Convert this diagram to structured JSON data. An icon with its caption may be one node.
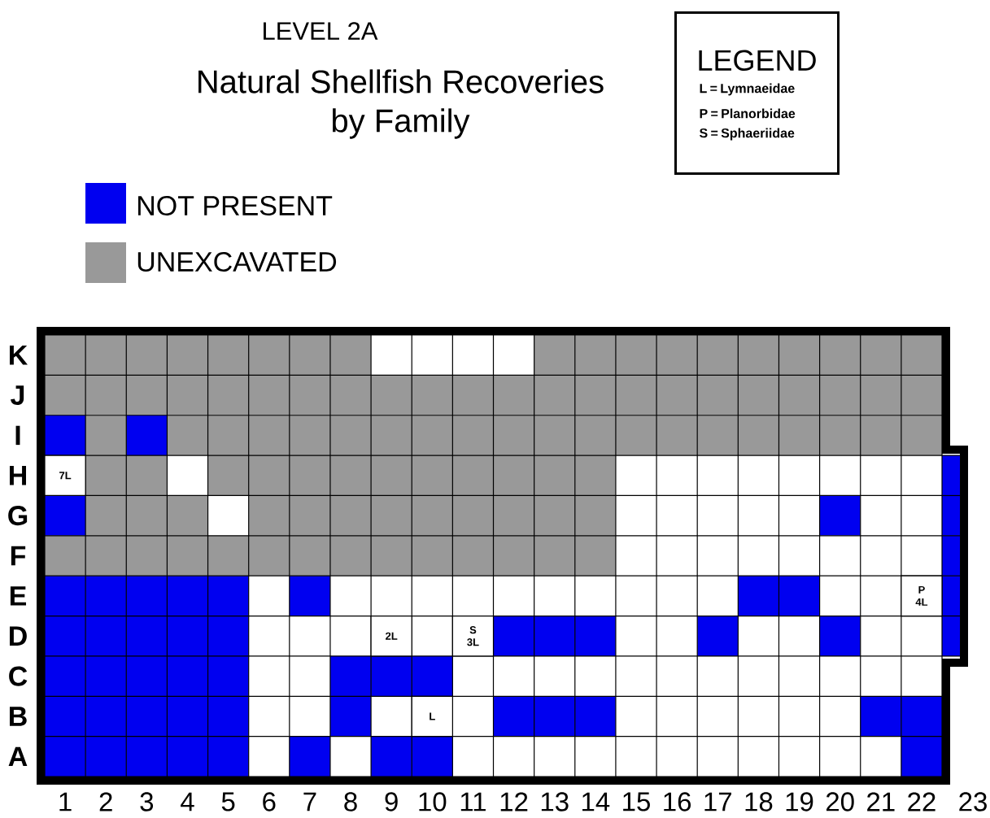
{
  "diagram": {
    "title": "Natural Shellfish Recoveries by Family",
    "nodes": [
      {
        "text": [
          "LEGEND",
          "L = Lymnaeidae",
          "P = Planorbidae",
          "S = Sphaeriidae"
        ]
      },
      {
        "text": [
          "7L"
        ]
      },
      {
        "text": [
          "2L"
        ]
      },
      {
        "text": [
          "S 3L"
        ]
      },
      {
        "text": [
          "L"
        ]
      },
      {
        "text": [
          "P 4L"
        ]
      }
    ],
    "edges": [],
    "labels": [
      "LEVEL 2A",
      "K",
      "J",
      "I",
      "H",
      "G",
      "F",
      "E",
      "D",
      "C",
      "B",
      "A",
      "1",
      "2",
      "3",
      "4",
      "5",
      "6",
      "7",
      "8",
      "9",
      "10",
      "11",
      "12",
      "13",
      "14",
      "15",
      "16",
      "17",
      "18",
      "19",
      "20",
      "21",
      "22",
      "23"
    ],
    "legend": [
      {
        "text": "NOT PRESENT",
        "color": "#0000f0"
      },
      {
        "text": "UNEXCAVATED",
        "color": "#999999"
      }
    ]
  }
}
